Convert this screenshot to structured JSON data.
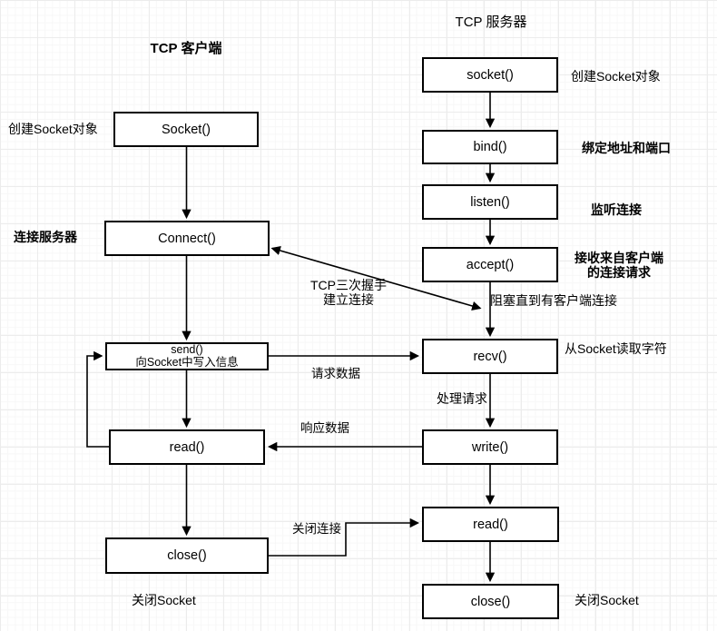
{
  "client": {
    "title": "TCP 客户端",
    "nodes": {
      "socket": "Socket()",
      "connect": "Connect()",
      "send": "send()",
      "send_sub": "向Socket中写入信息",
      "read": "read()",
      "close": "close()"
    },
    "labels": {
      "create_socket": "创建Socket对象",
      "connect_server": "连接服务器",
      "close_socket": "关闭Socket"
    }
  },
  "server": {
    "title": "TCP 服务器",
    "nodes": {
      "socket": "socket()",
      "bind": "bind()",
      "listen": "listen()",
      "accept": "accept()",
      "recv": "recv()",
      "write": "write()",
      "read": "read()",
      "close": "close()"
    },
    "labels": {
      "create_socket": "创建Socket对象",
      "bind_port": "绑定地址和端口",
      "listen": "监听连接",
      "accept_1": "接收来自客户端",
      "accept_2": "的连接请求",
      "block": "阻塞直到有客户端连接",
      "recv": "从Socket读取字符",
      "process": "处理请求",
      "close_socket": "关闭Socket"
    }
  },
  "edges": {
    "handshake_1": "TCP三次握手",
    "handshake_2": "建立连接",
    "request": "请求数据",
    "response": "响应数据",
    "close_connection": "关闭连接"
  },
  "colors": {
    "line": "#000000",
    "node_fill": "#ffffff",
    "grid_minor": "#f7f7f7",
    "grid_major": "#ececec"
  }
}
